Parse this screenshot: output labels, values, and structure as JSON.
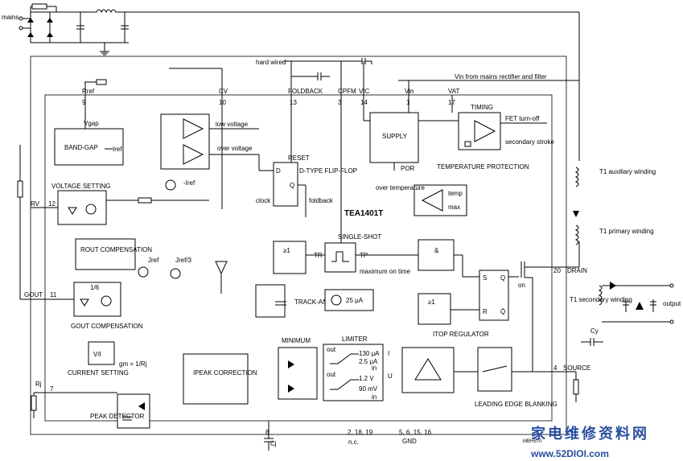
{
  "labels": {
    "mains": "mains",
    "hard_wired": "hard wired",
    "vin_note": "Vin from mains rectifier and filter",
    "rref": "Rref",
    "pin9": "9",
    "cv": "CV",
    "pin10": "10",
    "foldback_pin": "FOLDBACK",
    "pin13": "13",
    "cpfm": "CPFM",
    "pin3": "3",
    "vic": "VIC",
    "pin14": "14",
    "vin": "Vin",
    "pin1": "1",
    "vat": "VAT",
    "pin17": "17",
    "timing": "TIMING",
    "fet_turnoff": "FET turn-off",
    "secondary_stroke": "secondary stroke",
    "t1_aux": "T1 auxiliary winding",
    "supply": "SUPPLY",
    "por": "POR",
    "temp_protection": "TEMPERATURE PROTECTION",
    "over_temperature": "over temperature",
    "temp": "temp",
    "max": "max",
    "vgap": "Vgap",
    "bandgap": "BAND-GAP",
    "iref": "Iref",
    "low_voltage": "low voltage",
    "over_voltage": "over voltage",
    "reset": "RESET",
    "d": "D",
    "q": "Q",
    "dtype": "D-TYPE FLIP-FLOP",
    "clock": "clock",
    "foldback": "foldback",
    "voltage_setting": "VOLTAGE SETTING",
    "minus_iref": "-Iref",
    "rv": "RV",
    "pin12": "12",
    "tea": "TEA1401T",
    "t1_primary": "T1 primary winding",
    "rout_comp": "ROUT COMPENSATION",
    "jref": "Jref",
    "jref3": "Jref/3",
    "or1": "≥1",
    "tr": "TR",
    "single_shot": "SINGLE-SHOT",
    "tp": "TP",
    "max_on_time": "maximum on time",
    "and": "&",
    "s": "S",
    "r": "R",
    "qbar": "Q̄",
    "pin20": "20",
    "drain": "DRAIN",
    "on": "on",
    "t1_secondary": "T1 secondary winding",
    "output": "output",
    "gout": "GOUT",
    "pin11": "11",
    "one_sixth": "1/6",
    "gout_comp": "GOUT COMPENSATION",
    "track_hold": "TRACK-AND-HOLD",
    "i25": "25 μA",
    "or2": "≥1",
    "cy": "Cy",
    "current_setting": "CURRENT SETTING",
    "vi": "V/I",
    "gm": "gm = 1/Rj",
    "minimum": "MINIMUM",
    "limiter": "LIMITER",
    "out": "out",
    "a130": "130 μA",
    "a25": "2.5 μA",
    "in": "in",
    "v12": "1.2 V",
    "mv90": "90 mV",
    "itop_reg": "ITOP REGULATOR",
    "i": "I",
    "u": "U",
    "ipeak_corr": "IPEAK CORRECTION",
    "pin4": "4",
    "source": "SOURCE",
    "rj": "Rj",
    "pin7": "7",
    "peak_detector": "PEAK DETECTOR",
    "leading_edge": "LEADING EDGE BLANKING",
    "pin8": "8",
    "cj": "Cj",
    "pins_nc": "2, 18, 19",
    "nc": "n.c.",
    "pins_gnd": "5, 6, 15, 16",
    "gnd": "GND",
    "mbh": "MBH570",
    "watermark_cn": "家电维修资料网",
    "watermark_url": "www.52DIOI.com"
  }
}
